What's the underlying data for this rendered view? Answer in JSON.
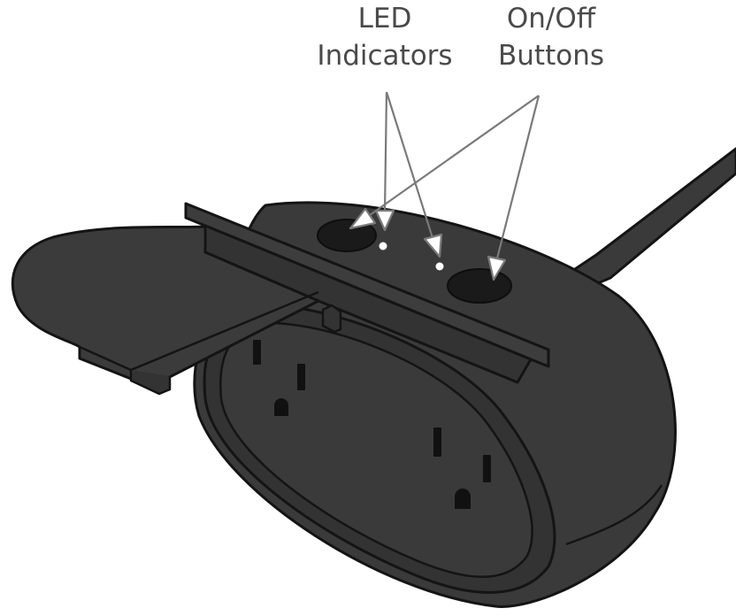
{
  "callouts": {
    "led": {
      "line1": "LED",
      "line2": "Indicators"
    },
    "onoff": {
      "line1": "On/Off",
      "line2": "Buttons"
    }
  },
  "colors": {
    "body_fill": "#3a3a3a",
    "body_dark": "#2b2b2b",
    "outline": "#141414",
    "led_dot": "#ffffff",
    "arrow_stroke": "#7a7a7a",
    "label_text": "#4a4a4a"
  }
}
